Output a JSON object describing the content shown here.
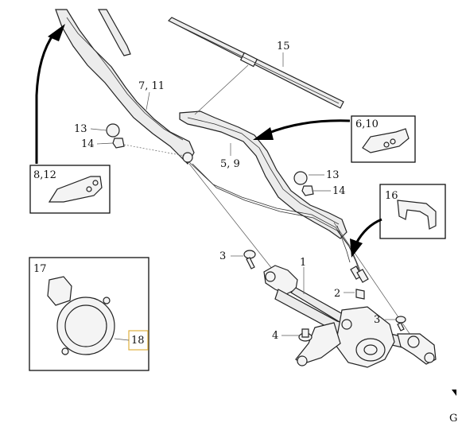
{
  "callouts": {
    "c1": "1",
    "c2": "2",
    "c3a": "3",
    "c3b": "3",
    "c4": "4",
    "c59": "5, 9",
    "c610": "6,10",
    "c711": "7, 11",
    "c812": "8,12",
    "c13a": "13",
    "c13b": "13",
    "c14a": "14",
    "c14b": "14",
    "c15": "15",
    "c16": "16",
    "c17": "17",
    "c18": "18"
  },
  "corner_mark": "G",
  "colors": {
    "highlight": "#e0b040",
    "line": "#222222",
    "part_fill": "#f4f4f4"
  }
}
